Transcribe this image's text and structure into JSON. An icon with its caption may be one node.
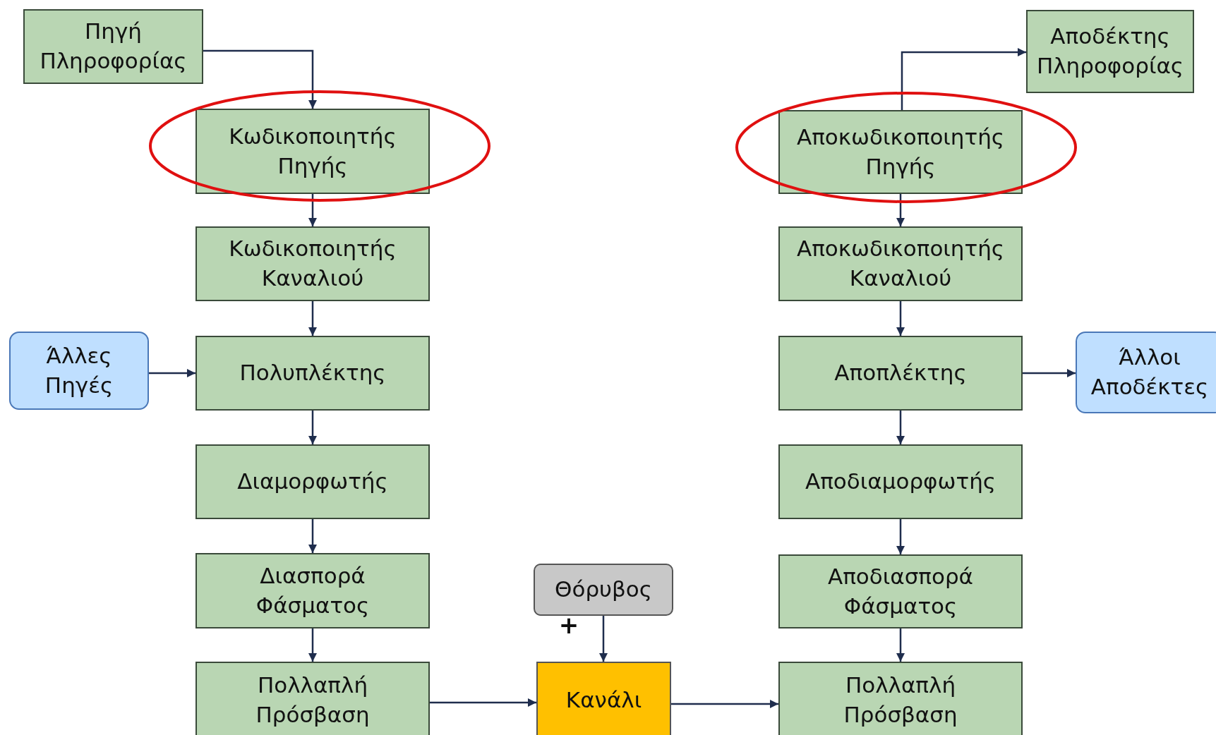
{
  "diagram": {
    "nodes": [
      {
        "text": [
          "Πηγή Πληροφορίας"
        ]
      },
      {
        "text": [
          "Κωδικοποιητής Πηγής"
        ]
      },
      {
        "text": [
          "Κωδικοποιητής Καναλιού"
        ]
      },
      {
        "text": [
          "Πολυπλέκτης"
        ]
      },
      {
        "text": [
          "Διαμορφωτής"
        ]
      },
      {
        "text": [
          "Διασπορά Φάσματος"
        ]
      },
      {
        "text": [
          "Πολλαπλή Πρόσβαση"
        ]
      },
      {
        "text": [
          "Άλλες Πηγές"
        ]
      },
      {
        "text": [
          "Θόρυβος"
        ]
      },
      {
        "text": [
          "Κανάλι"
        ]
      },
      {
        "text": [
          "Αποδέκτης Πληροφορίας"
        ]
      },
      {
        "text": [
          "Αποκωδικοποιητής Πηγής"
        ]
      },
      {
        "text": [
          "Αποκωδικοποιητής Καναλιού"
        ]
      },
      {
        "text": [
          "Αποπλέκτης"
        ]
      },
      {
        "text": [
          "Αποδιαμορφωτής"
        ]
      },
      {
        "text": [
          "Αποδιασπορά Φάσματος"
        ]
      },
      {
        "text": [
          "Πολλαπλή Πρόσβαση"
        ]
      },
      {
        "text": [
          "Άλλοι Αποδέκτες"
        ]
      }
    ],
    "edges": [
      {
        "from": 0,
        "to": 1,
        "arrow": "to"
      },
      {
        "from": 1,
        "to": 2,
        "arrow": "to"
      },
      {
        "from": 2,
        "to": 3,
        "arrow": "to"
      },
      {
        "from": 7,
        "to": 3,
        "arrow": "to"
      },
      {
        "from": 3,
        "to": 4,
        "arrow": "to"
      },
      {
        "from": 4,
        "to": 5,
        "arrow": "to"
      },
      {
        "from": 5,
        "to": 6,
        "arrow": "to"
      },
      {
        "from": 6,
        "to": 9,
        "arrow": "to"
      },
      {
        "from": 8,
        "to": 9,
        "arrow": "to"
      },
      {
        "from": 9,
        "to": 16,
        "arrow": "to"
      },
      {
        "from": 15,
        "to": 16,
        "arrow": "to"
      },
      {
        "from": 14,
        "to": 15,
        "arrow": "to"
      },
      {
        "from": 13,
        "to": 14,
        "arrow": "to"
      },
      {
        "from": 12,
        "to": 13,
        "arrow": "to"
      },
      {
        "from": 11,
        "to": 12,
        "arrow": "to"
      },
      {
        "from": 11,
        "to": 10,
        "arrow": "to"
      },
      {
        "from": 13,
        "to": 17,
        "arrow": "to"
      }
    ],
    "labels": [
      "+"
    ]
  }
}
